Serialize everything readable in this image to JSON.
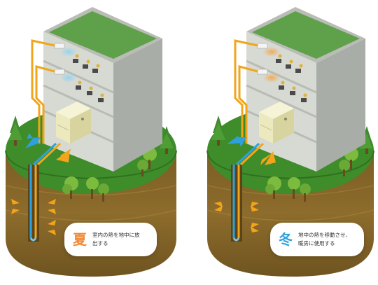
{
  "colors": {
    "grass_top": "#3e8c2a",
    "soil": "#8a6a2c",
    "building_front": "#d6dad3",
    "building_side": "#a9ada7",
    "roof": "#5fa14a",
    "pipe_blue": "#29a4e0",
    "pipe_orange": "#f2a51b",
    "hp_unit": "#f1efc8",
    "summer_accent": "#f08a3a",
    "winter_accent": "#2ea1dc"
  },
  "panels": [
    {
      "season_label": "夏",
      "description": "室内の熱を地中に放\n出する",
      "mode": "summer"
    },
    {
      "season_label": "冬",
      "description": "地中の熱を移動させ、\n暖房に使用する",
      "mode": "winter"
    }
  ]
}
